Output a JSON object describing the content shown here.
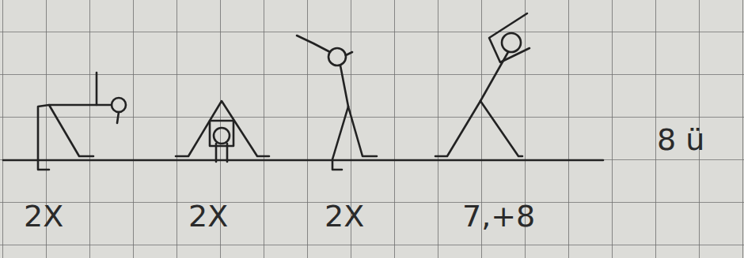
{
  "diagram": {
    "labels": [
      "2X",
      "2X",
      "2X",
      "7,+8",
      "8 ü"
    ]
  }
}
